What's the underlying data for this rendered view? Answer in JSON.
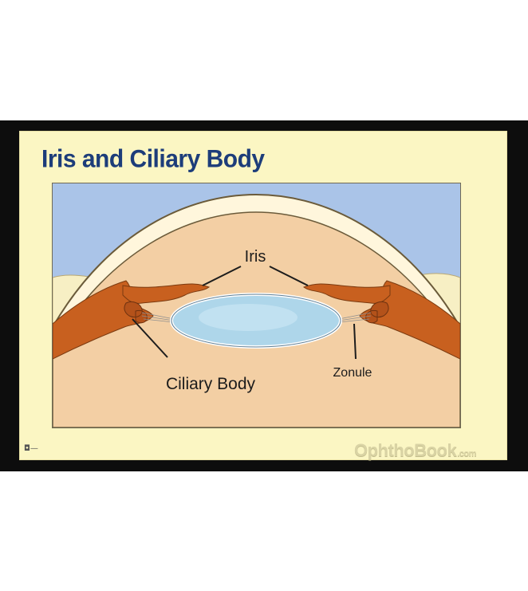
{
  "slide": {
    "title": "Iris and Ciliary Body",
    "watermark": "OphthoBook",
    "watermark_suffix": ".com"
  },
  "diagram": {
    "labels": {
      "iris": "Iris",
      "ciliary_body": "Ciliary Body",
      "zonule": "Zonule"
    },
    "colors": {
      "background_blue": "#aac4e8",
      "cornea": "#fff6dc",
      "aqueous_skin": "#f3cfa4",
      "iris_brown": "#c8601f",
      "lens_blue": "#aed6ea",
      "slide_yellow": "#fbf6c3",
      "title_blue": "#1d3d7a"
    }
  }
}
